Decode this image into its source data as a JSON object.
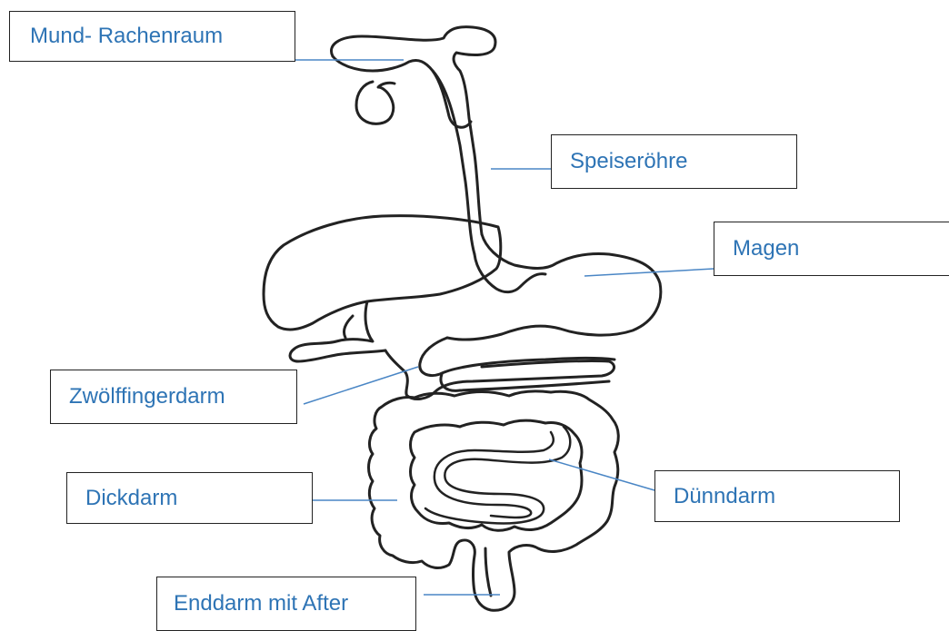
{
  "labels": {
    "mund": "Mund- Rachenraum",
    "speiseroehre": "Speiseröhre",
    "magen": "Magen",
    "zwoelffingerdarm": "Zwölffingerdarm",
    "dickdarm": "Dickdarm",
    "duenndarm": "Dünndarm",
    "enddarm": "Enddarm mit After"
  },
  "colors": {
    "label_text": "#2e74b5",
    "leader_line": "#4a86c5",
    "outline": "#222222"
  }
}
